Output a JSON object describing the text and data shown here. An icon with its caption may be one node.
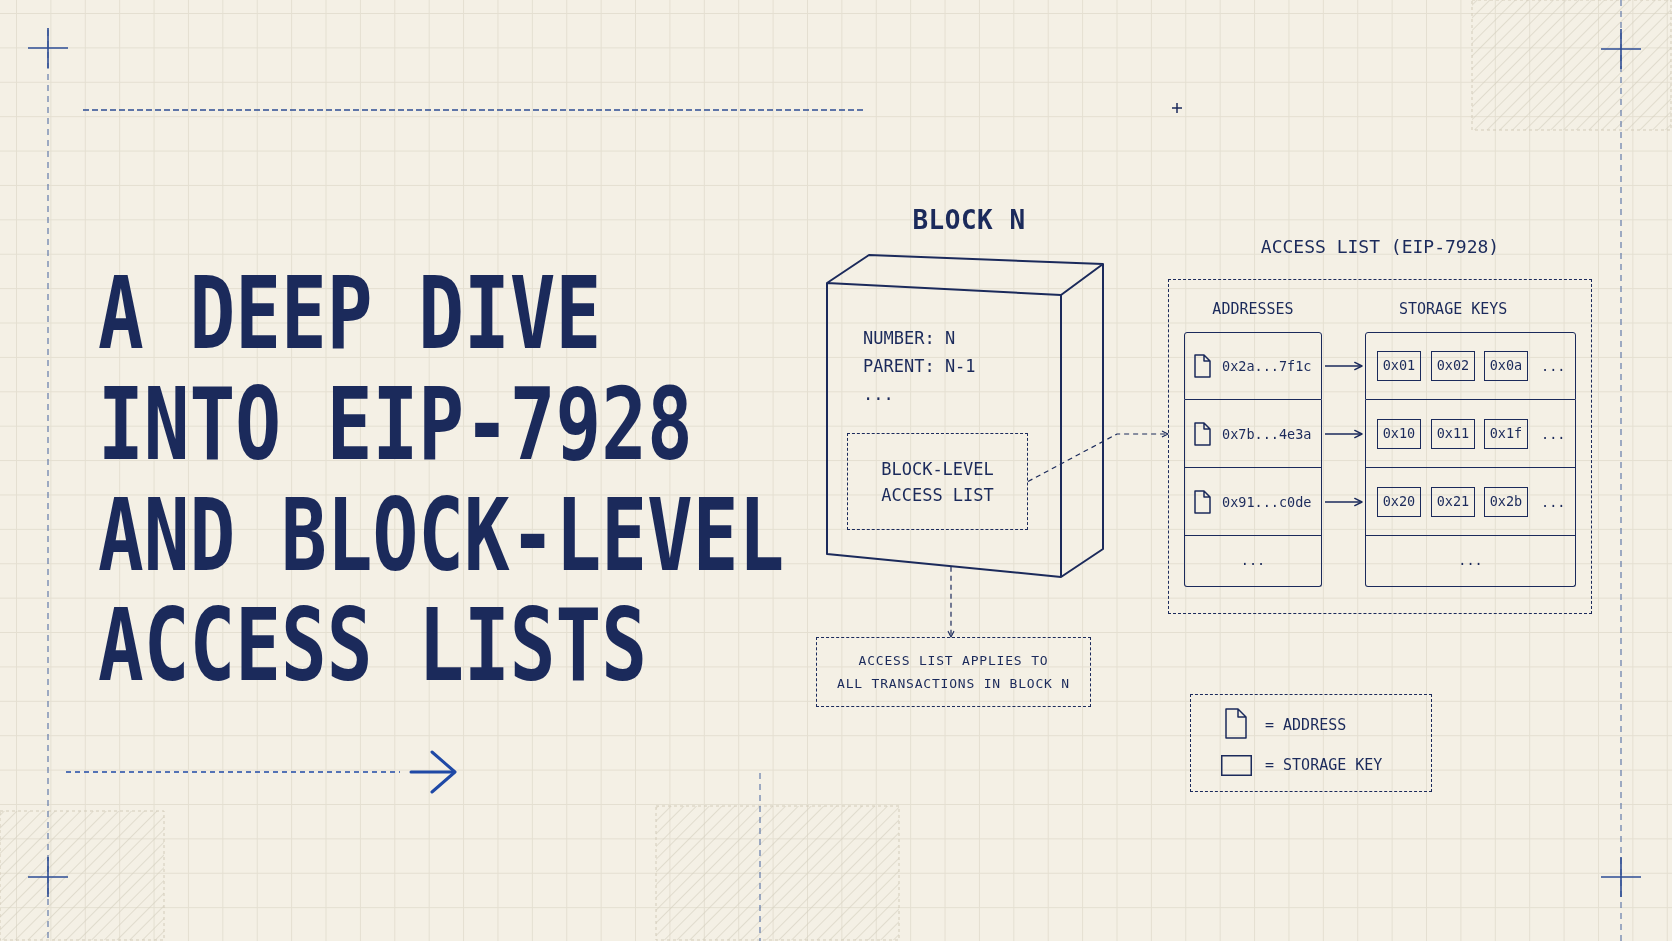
{
  "diagram": {
    "title": "A DEEP DIVE INTO EIP-7928 AND BLOCK-LEVEL ACCESS LISTS",
    "nodes": [
      {
        "text": [
          "BLOCK N",
          "NUMBER: N",
          "PARENT: N-1",
          "..."
        ]
      },
      {
        "text": [
          "BLOCK-LEVEL ACCESS LIST"
        ],
        "in": 0
      },
      {
        "text": [
          "ACCESS LIST (EIP-7928)"
        ]
      },
      {
        "text": [
          "ADDRESSES"
        ],
        "in": 2
      },
      {
        "text": [
          "0x2a...7f1c"
        ],
        "in": 3
      },
      {
        "text": [
          "0x7b...4e3a"
        ],
        "in": 3
      },
      {
        "text": [
          "0x91...c0de"
        ],
        "in": 3
      },
      {
        "text": [
          "..."
        ],
        "in": 3
      },
      {
        "text": [
          "STORAGE KEYS"
        ],
        "in": 2
      },
      {
        "text": [
          "..."
        ],
        "in": 8
      },
      {
        "text": [
          "0x01"
        ],
        "in": 9
      },
      {
        "text": [
          "0x02"
        ],
        "in": 9
      },
      {
        "text": [
          "0x0a"
        ],
        "in": 9
      },
      {
        "text": [
          "..."
        ],
        "in": 8
      },
      {
        "text": [
          "0x10"
        ],
        "in": 13
      },
      {
        "text": [
          "0x11"
        ],
        "in": 13
      },
      {
        "text": [
          "0x1f"
        ],
        "in": 13
      },
      {
        "text": [
          "..."
        ],
        "in": 8
      },
      {
        "text": [
          "0x20"
        ],
        "in": 17
      },
      {
        "text": [
          "0x21"
        ],
        "in": 17
      },
      {
        "text": [
          "0x2b"
        ],
        "in": 17
      },
      {
        "text": [
          "..."
        ],
        "in": 8
      },
      {
        "text": [
          "ACCESS LIST APPLIES TO ALL TRANSACTIONS IN BLOCK N"
        ]
      }
    ],
    "edges": [
      {
        "from": 1,
        "to": 2,
        "arrow": "to",
        "style": "dashed"
      },
      {
        "from": 0,
        "to": 22,
        "arrow": "to",
        "style": "dashed"
      },
      {
        "from": 4,
        "to": 9,
        "arrow": "to"
      },
      {
        "from": 5,
        "to": 13,
        "arrow": "to"
      },
      {
        "from": 6,
        "to": 17,
        "arrow": "to"
      }
    ],
    "legend": [
      {
        "text": "= ADDRESS"
      },
      {
        "text": "= STORAGE KEY"
      }
    ]
  }
}
